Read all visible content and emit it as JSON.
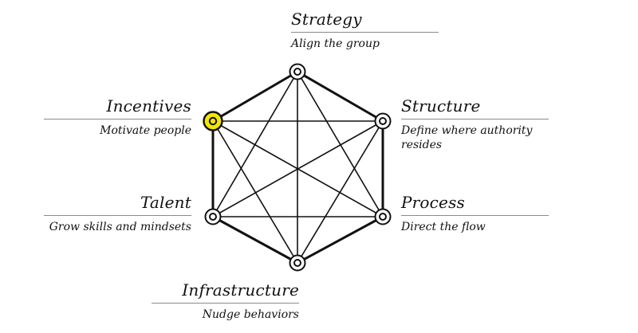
{
  "nodes": [
    {
      "id": "strategy",
      "title": "Strategy",
      "subtitle": "Align the group",
      "highlighted": false
    },
    {
      "id": "structure",
      "title": "Structure",
      "subtitle": "Define where authority resides",
      "highlighted": false
    },
    {
      "id": "process",
      "title": "Process",
      "subtitle": "Direct the flow",
      "highlighted": false
    },
    {
      "id": "infrastructure",
      "title": "Infrastructure",
      "subtitle": "Nudge behaviors",
      "highlighted": false
    },
    {
      "id": "talent",
      "title": "Talent",
      "subtitle": "Grow skills and mindsets",
      "highlighted": false
    },
    {
      "id": "incentives",
      "title": "Incentives",
      "subtitle": "Motivate people",
      "highlighted": true
    }
  ],
  "colors": {
    "line": "#111111",
    "rule": "#8a8a8a",
    "highlight": "#f2e600"
  }
}
